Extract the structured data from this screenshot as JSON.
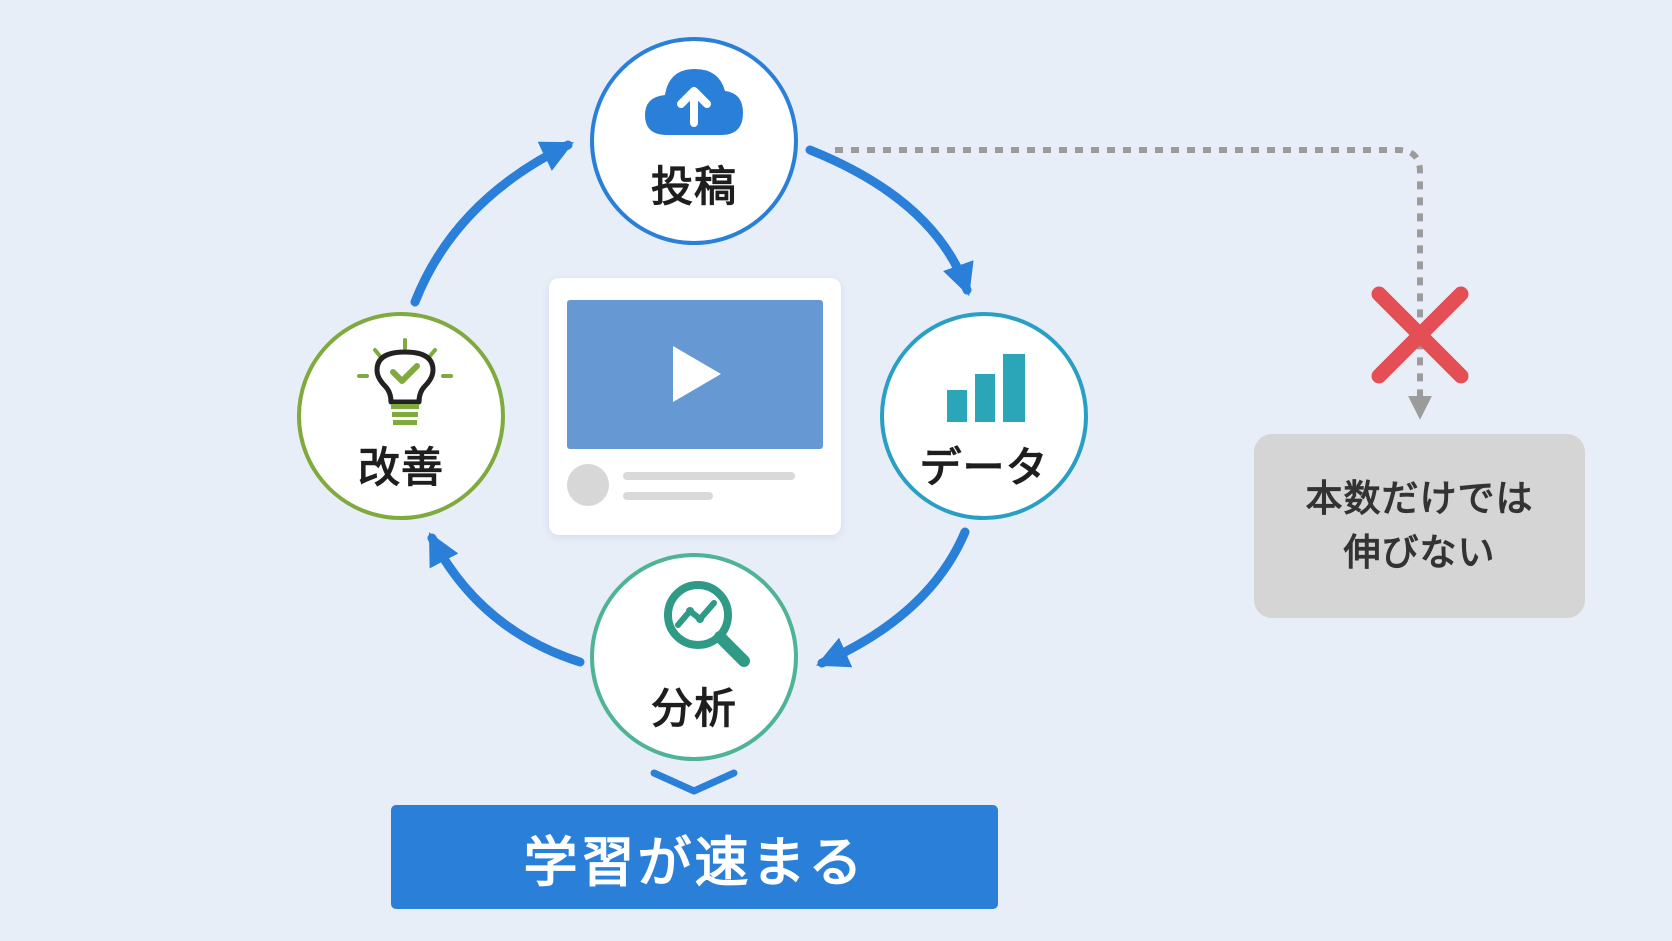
{
  "colors": {
    "background": "#e8eef8",
    "cycle_blue": "#2a7fd8",
    "data_teal": "#2a9fc4",
    "analysis_green": "#4fb395",
    "improve_green": "#7faa3e",
    "cross_red": "#e34f55",
    "callout_gray": "#d5d5d5"
  },
  "cycle": {
    "post": {
      "label": "投稿",
      "icon": "cloud-upload-icon"
    },
    "data": {
      "label": "データ",
      "icon": "bar-chart-icon"
    },
    "analysis": {
      "label": "分析",
      "icon": "magnifier-chart-icon"
    },
    "improve": {
      "label": "改善",
      "icon": "lightbulb-check-icon"
    }
  },
  "center": {
    "icon": "video-player-icon"
  },
  "callout": {
    "line1": "本数だけでは",
    "line2": "伸びない",
    "icon": "cross-icon"
  },
  "result": {
    "label": "学習が速まる"
  }
}
